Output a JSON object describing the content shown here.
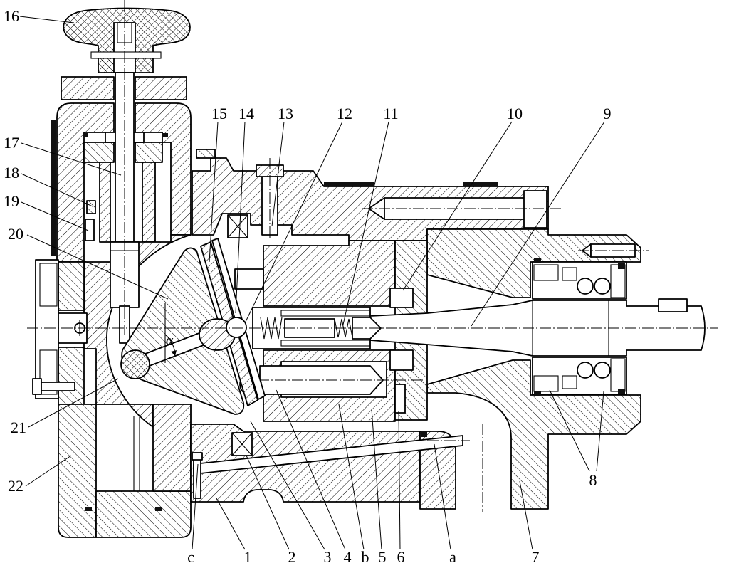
{
  "figure": {
    "part_labels": {
      "p1": "1",
      "p2": "2",
      "p3": "3",
      "p4": "4",
      "p5": "5",
      "p6": "6",
      "p7": "7",
      "p8": "8",
      "p9": "9",
      "p10": "10",
      "p11": "11",
      "p12": "12",
      "p13": "13",
      "p14": "14",
      "p15": "15",
      "p16": "16",
      "p17": "17",
      "p18": "18",
      "p19": "19",
      "p20": "20",
      "p21": "21",
      "p22": "22"
    },
    "port_labels": {
      "a": "a",
      "b": "b",
      "c": "c"
    },
    "angle_label": "α"
  }
}
